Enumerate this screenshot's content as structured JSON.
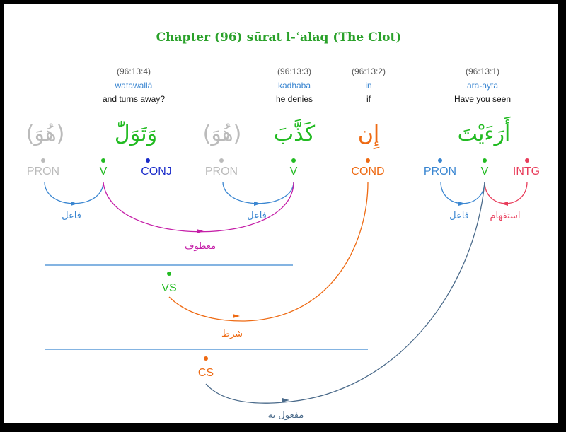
{
  "title": "Chapter (96) sūrat l-ʿalaq (The Clot)",
  "words": [
    {
      "id": "w4",
      "location": "(96:13:4)",
      "translit": "watawallā",
      "gloss": "and turns away?"
    },
    {
      "id": "w3",
      "location": "(96:13:3)",
      "translit": "kadhaba",
      "gloss": "he denies"
    },
    {
      "id": "w2",
      "location": "(96:13:2)",
      "translit": "in",
      "gloss": "if"
    },
    {
      "id": "w1",
      "location": "(96:13:1)",
      "translit": "ara-ayta",
      "gloss": "Have you seen"
    }
  ],
  "arabic": {
    "w4_hidden": "(هُوَ)",
    "w4": "وَتَوَلّٰ",
    "w3_hidden": "(هُوَ)",
    "w3": "كَذَّبَ",
    "w2": "إِن",
    "w1": "أَرَءَيْتَ"
  },
  "tags": {
    "w4_pron": "PRON",
    "w4_v": "V",
    "w4_conj": "CONJ",
    "w3_pron": "PRON",
    "w3_v": "V",
    "w2_cond": "COND",
    "w1_pron": "PRON",
    "w1_v": "V",
    "w1_intg": "INTG",
    "vs": "VS",
    "cs": "CS"
  },
  "relations": {
    "w4_subj": "فاعل",
    "w3_subj": "فاعل",
    "w1_subj": "فاعل",
    "w1_interrog": "استفهام",
    "conj": "معطوف",
    "cond": "شرط",
    "obj": "مفعول به"
  },
  "colors": {
    "title": "#2aa12a",
    "pron_gray": "#bbbbbb",
    "verb": "#22bb22",
    "conj": "#1a2bc9",
    "cond": "#ee6a13",
    "pron_blue": "#3a86d1",
    "intg": "#e83c5a",
    "magenta": "#c51fa8",
    "steel": "#4a6a8a",
    "line": "#3a86d1"
  }
}
